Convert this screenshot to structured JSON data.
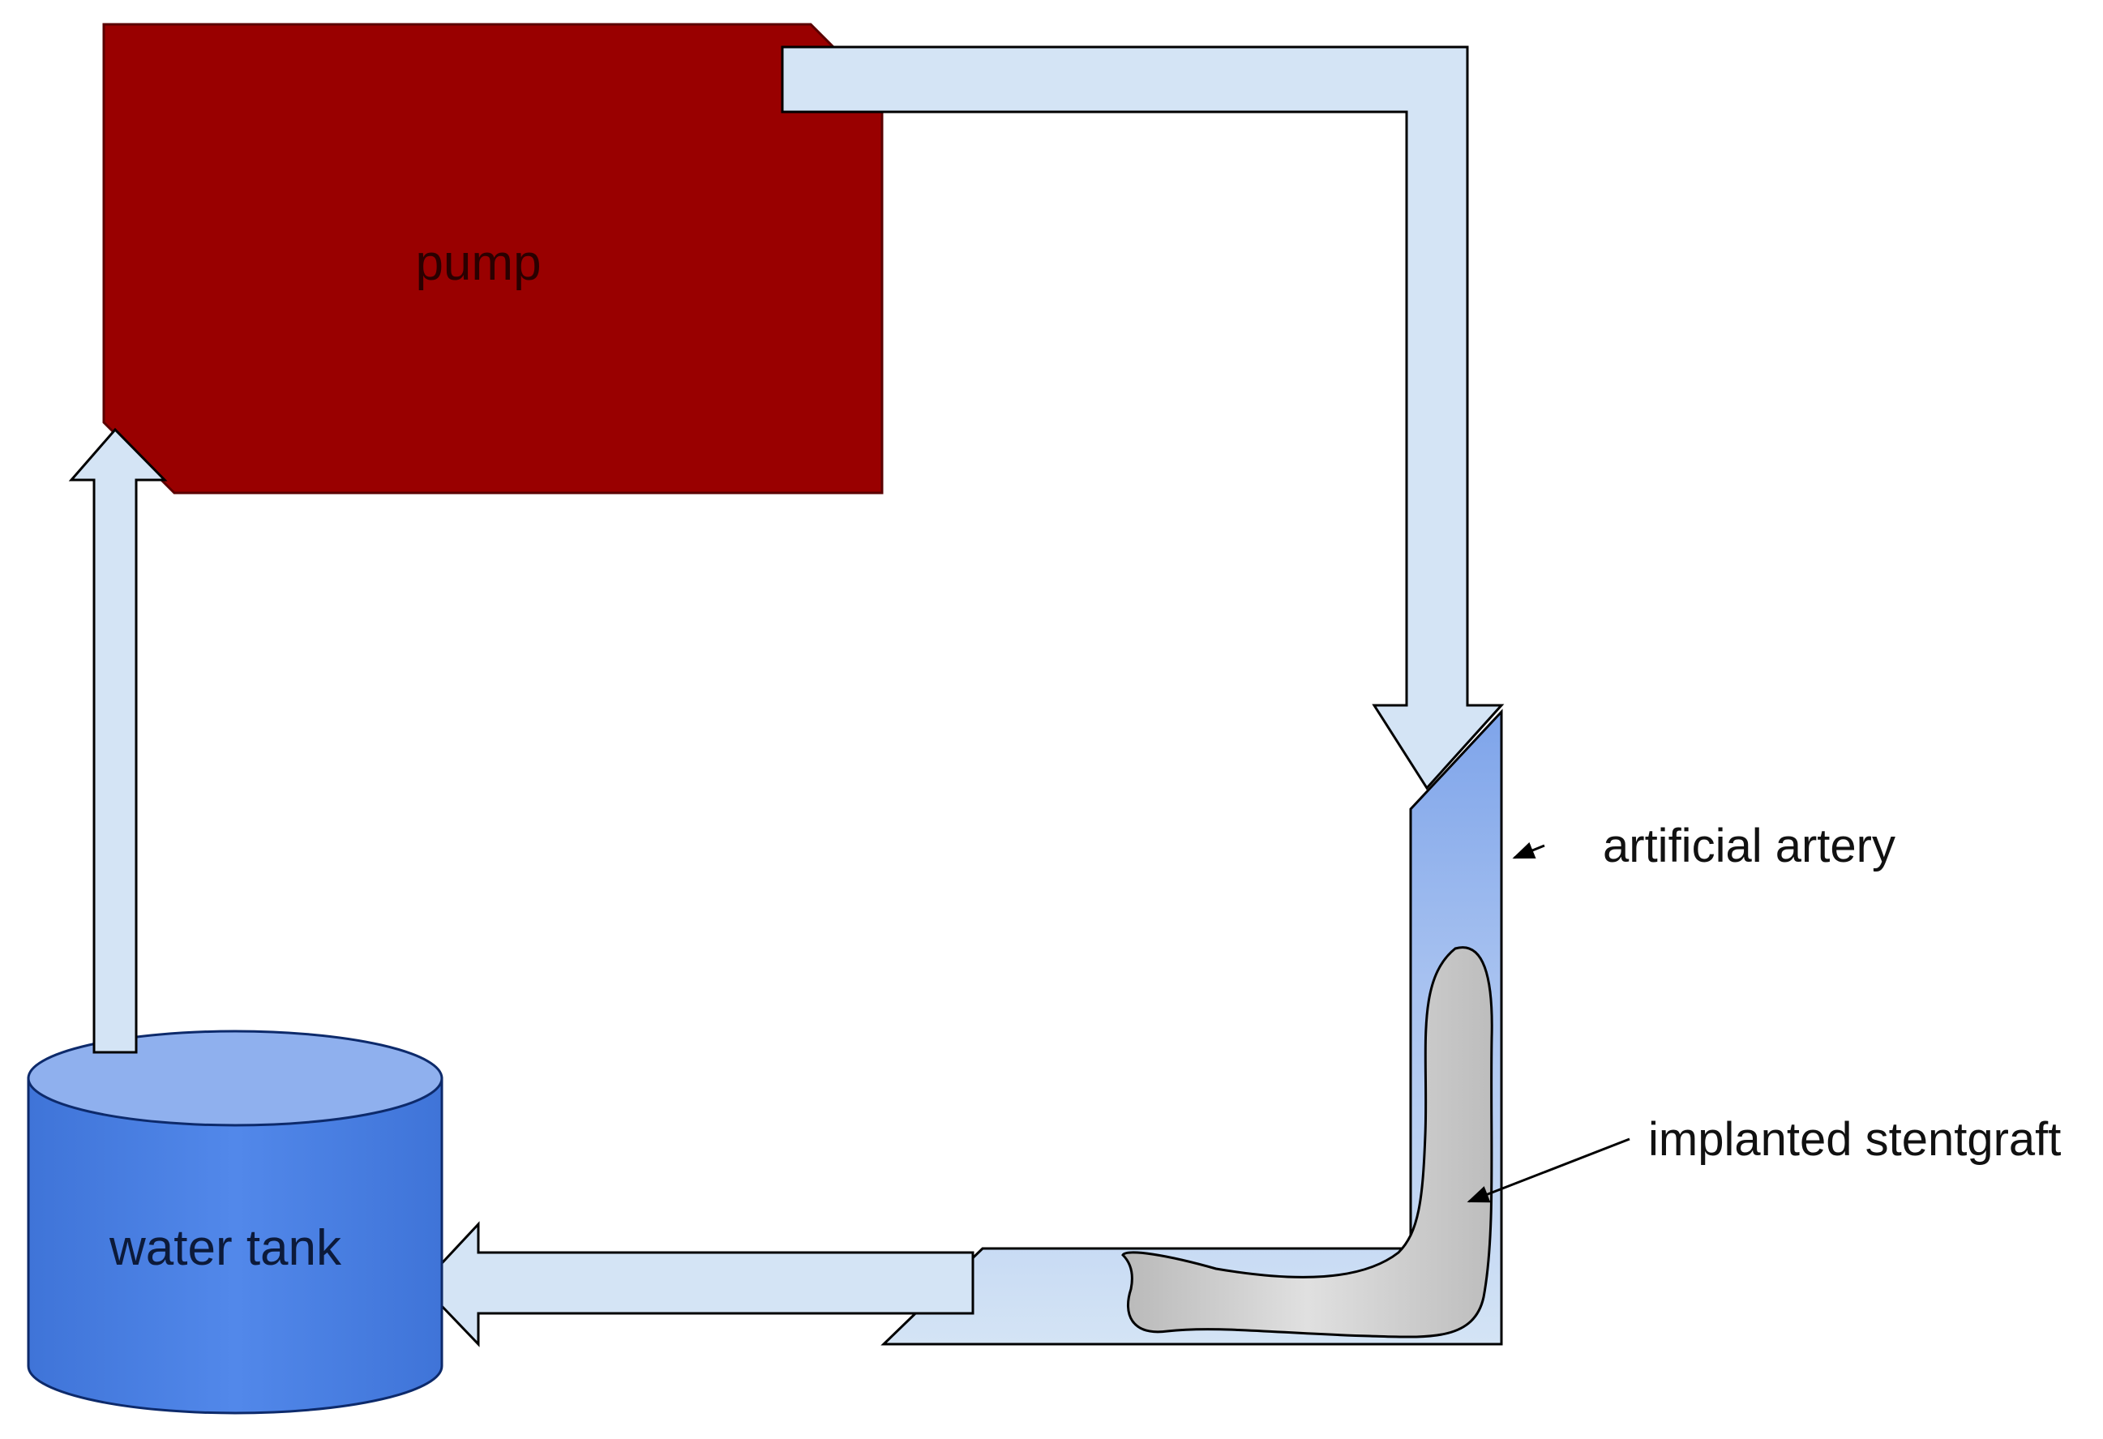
{
  "diagram": {
    "pump": {
      "label": "pump"
    },
    "tank": {
      "label": "water tank"
    },
    "artery": {
      "label": "artificial artery"
    },
    "stentgraft": {
      "label": "implanted stentgraft"
    }
  },
  "colors": {
    "pump_fill": "#990000",
    "tank_fill": "#4a7fe0",
    "tank_top": "#8fb0ee",
    "pipe_fill": "#d4e4f5",
    "artery_top": "#7ea4ea",
    "artery_bottom": "#d4e4f5",
    "stent_fill": "#c9c9c9",
    "outline": "#000000"
  },
  "icons": [
    "flow-arrow-up",
    "flow-arrow-down",
    "flow-arrow-left",
    "label-pointer-arrow"
  ]
}
